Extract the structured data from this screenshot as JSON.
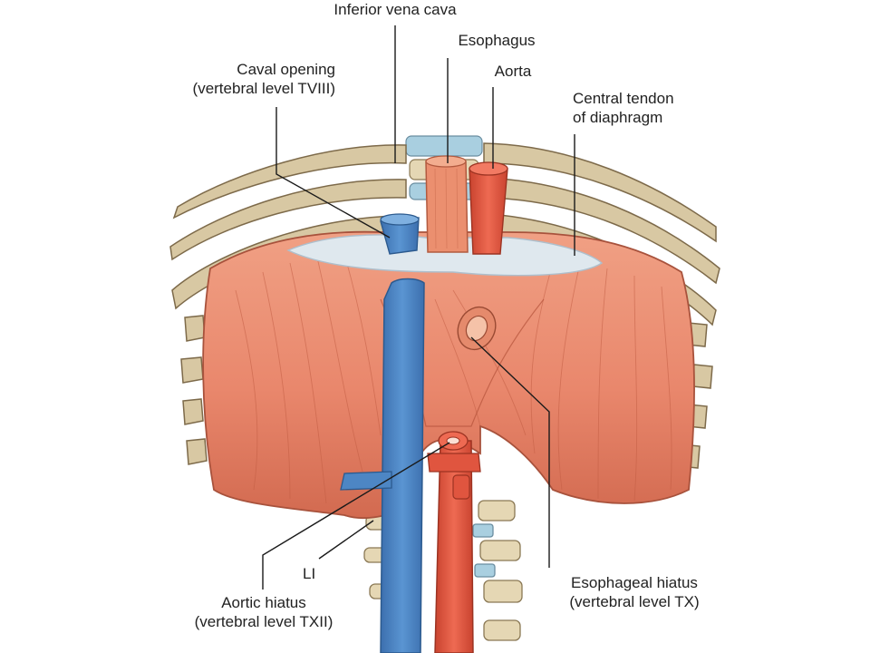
{
  "labels": {
    "inferior_vena_cava": "Inferior vena cava",
    "esophagus": "Esophagus",
    "aorta": "Aorta",
    "caval_opening": [
      "Caval opening",
      "(vertebral level TVIII)"
    ],
    "central_tendon": [
      "Central tendon",
      "of diaphragm"
    ],
    "l1": "LI",
    "aortic_hiatus": [
      "Aortic hiatus",
      "(vertebral level TXII)"
    ],
    "esophageal_hiatus": [
      "Esophageal hiatus",
      "(vertebral level TX)"
    ]
  },
  "colors": {
    "muscle": "#e9876c",
    "muscle_dark": "#c9583f",
    "tendon": "#dfe8ee",
    "rib": "#d8c8a3",
    "rib_outline": "#7d6a4a",
    "vein": "#4d86c4",
    "artery": "#e0553f",
    "esophagus": "#eb8f6f"
  }
}
